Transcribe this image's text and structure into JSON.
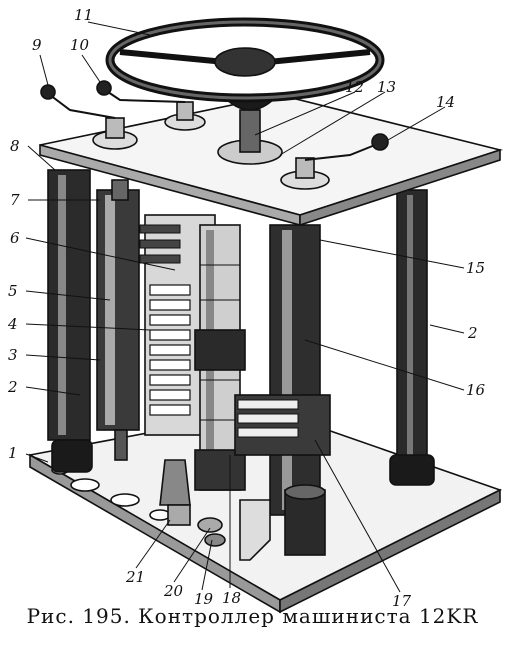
{
  "caption": "Рис. 195. Контроллер машиниста 12KR",
  "labels": [
    "1",
    "2",
    "3",
    "4",
    "5",
    "6",
    "7",
    "8",
    "9",
    "10",
    "11",
    "12",
    "13",
    "14",
    "15",
    "2",
    "16",
    "17",
    "18",
    "19",
    "20",
    "21"
  ],
  "parts": {
    "handwheel": "11",
    "top_plate": "8",
    "base_plate": "1"
  }
}
